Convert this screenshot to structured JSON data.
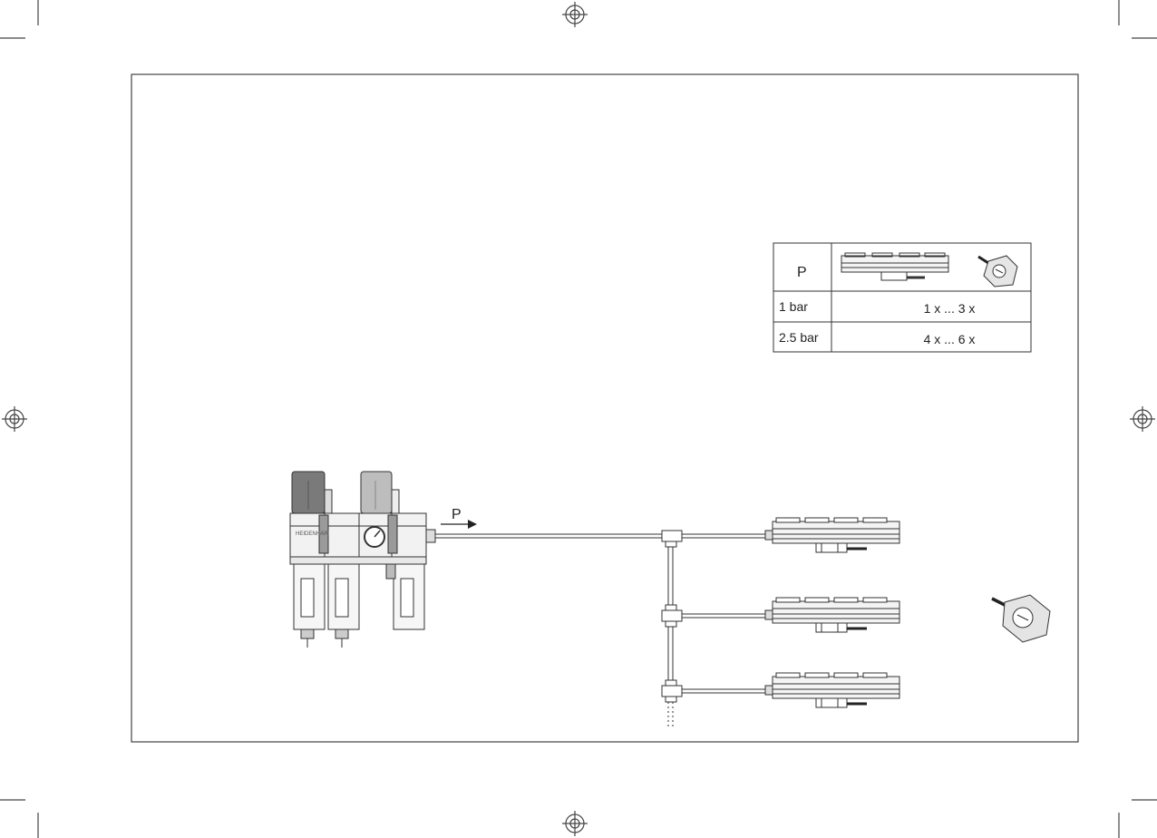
{
  "pressure_table": {
    "header_label": "P",
    "rows": [
      {
        "pressure": "1 bar",
        "quantity": "1 x ... 3 x"
      },
      {
        "pressure": "2.5 bar",
        "quantity": "4 x ... 6 x"
      }
    ]
  },
  "diagram": {
    "flow_label": "P",
    "unit_brand": "HEIDENHAIN"
  },
  "colors": {
    "line": "#333333",
    "frame": "#444444",
    "knob_dark": "#7a7a7a",
    "knob_light": "#bdbdbd",
    "body_fill": "#f2f2f2"
  }
}
